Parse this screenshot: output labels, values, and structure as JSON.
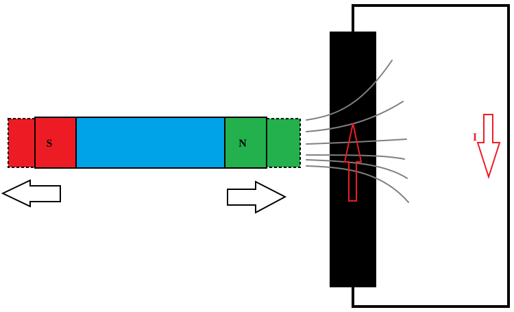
{
  "magnet": {
    "south_label": "S",
    "north_label": "N",
    "colors": {
      "south": "#ed1c24",
      "middle": "#00a2e8",
      "north": "#22b14c",
      "outline": "#000000",
      "extension_outline": "dashed"
    }
  },
  "motion_arrows": {
    "left": "arrow-left",
    "right": "arrow-right",
    "fill": "#ffffff",
    "stroke": "#000000"
  },
  "circuit": {
    "coil_color": "#000000",
    "wire_color": "#000000",
    "field_line_color": "#808080",
    "field_line_count": 6
  },
  "induced_current": {
    "label": "I",
    "arrow_color": "#ed1c24",
    "direction_in_wire": "down",
    "direction_on_coil": "up"
  }
}
